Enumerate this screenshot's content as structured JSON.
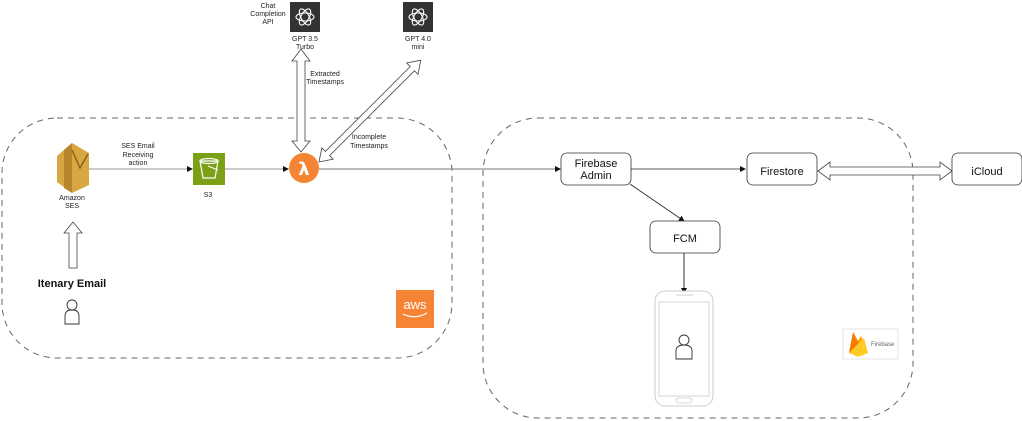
{
  "diagram": {
    "groups": {
      "aws": {
        "label": "aws",
        "badge_color": "#F58534"
      },
      "firebase": {
        "label": "Firebase",
        "flame_colors": [
          "#FFA000",
          "#F57C00",
          "#FFCA28"
        ]
      }
    },
    "nodes": {
      "openai_gpt35": {
        "caption": "Chat Completion API",
        "line1": "GPT 3.5",
        "line2": "Turbo",
        "color": "#333333"
      },
      "openai_gpt4": {
        "line1": "GPT 4.0",
        "line2": "mini",
        "color": "#333333"
      },
      "ses": {
        "line1": "Amazon",
        "line2": "SES",
        "color": "#D9A741"
      },
      "s3": {
        "label": "S3",
        "color": "#7AA116"
      },
      "lambda": {
        "glyph": "λ",
        "color": "#F58534"
      },
      "email_source": {
        "label": "Itenary Email"
      },
      "firebase_admin": {
        "line1": "Firebase",
        "line2": "Admin"
      },
      "firestore": {
        "label": "Firestore"
      },
      "icloud": {
        "label": "iCloud"
      },
      "fcm": {
        "label": "FCM"
      },
      "mobile_user": {
        "device": "smartphone"
      }
    },
    "edges": {
      "ses_to_s3": {
        "line1": "SES Email",
        "line2": "Receiving",
        "line3": "action"
      },
      "gpt35_lambda": {
        "line1": "Extracted",
        "line2": "Timestamps"
      },
      "lambda_gpt4": {
        "line1": "Incomplete",
        "line2": "Timestamps"
      }
    }
  }
}
